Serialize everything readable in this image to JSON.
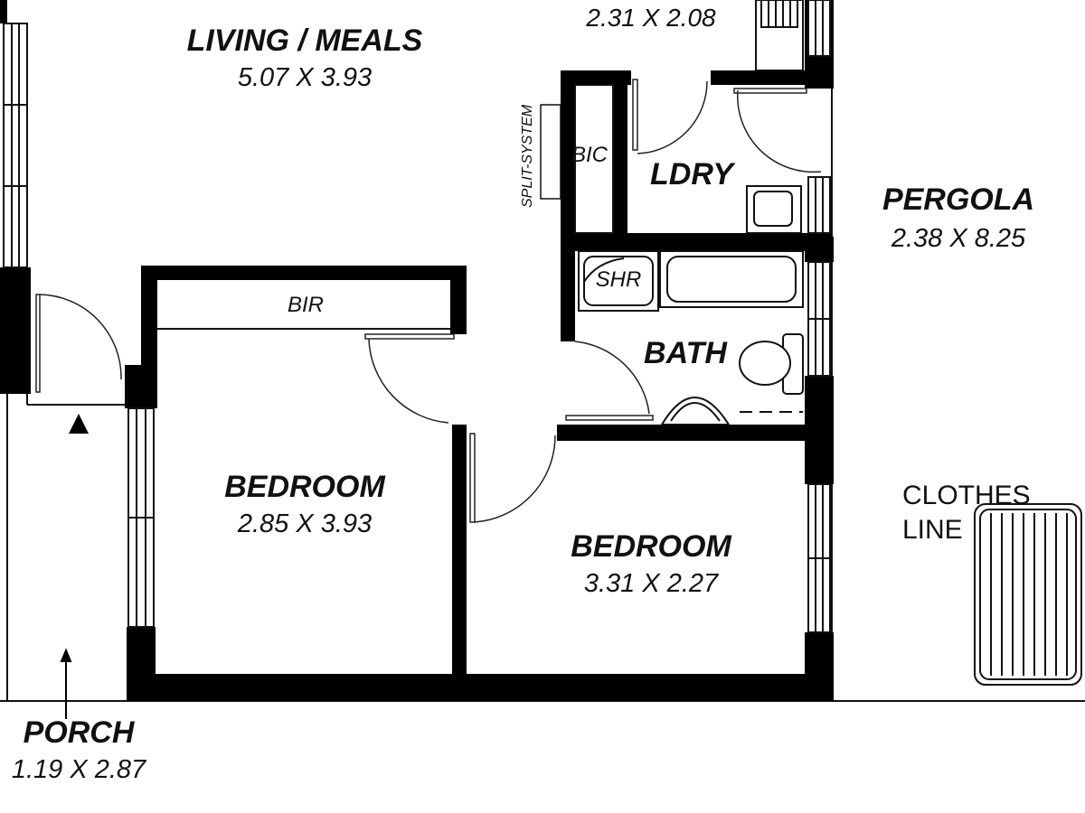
{
  "rooms": {
    "living": {
      "name": "LIVING / MEALS",
      "dim": "5.07 X 3.93"
    },
    "kitchen": {
      "dim": "2.31 X 2.08"
    },
    "ldry": {
      "name": "LDRY"
    },
    "bic": {
      "name": "BIC"
    },
    "split": {
      "name": "SPLIT-SYSTEM"
    },
    "pergola": {
      "name": "PERGOLA",
      "dim": "2.38 X 8.25"
    },
    "bir": {
      "name": "BIR"
    },
    "shr": {
      "name": "SHR"
    },
    "bath": {
      "name": "BATH"
    },
    "bedroom1": {
      "name": "BEDROOM",
      "dim": "2.85 X 3.93"
    },
    "bedroom2": {
      "name": "BEDROOM",
      "dim": "3.31 X 2.27"
    },
    "clothesline": {
      "name": "CLOTHES LINE"
    },
    "porch": {
      "name": "PORCH",
      "dim": "1.19 X 2.87"
    }
  },
  "colors": {
    "wall": "#000000",
    "line": "#222222",
    "background": "#ffffff"
  },
  "icons": [
    "entry-arrow-icon",
    "porch-arrow-icon",
    "toilet-icon",
    "basin-icon",
    "bathtub-icon",
    "shower-icon",
    "laundry-tub-icon",
    "sink-icon",
    "clothes-line-icon"
  ]
}
